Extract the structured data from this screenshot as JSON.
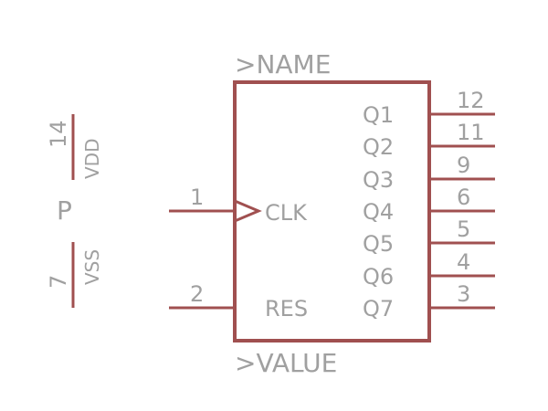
{
  "colors": {
    "line": "#a05050",
    "text": "#a0a0a0",
    "background": "#ffffff"
  },
  "symbol": {
    "name_label": ">NAME",
    "value_label": ">VALUE",
    "outputs": [
      {
        "name": "Q1",
        "pin": "12"
      },
      {
        "name": "Q2",
        "pin": "11"
      },
      {
        "name": "Q3",
        "pin": "9"
      },
      {
        "name": "Q4",
        "pin": "6"
      },
      {
        "name": "Q5",
        "pin": "5"
      },
      {
        "name": "Q6",
        "pin": "4"
      },
      {
        "name": "Q7",
        "pin": "3"
      }
    ],
    "clk": {
      "name": "CLK",
      "pin": "1"
    },
    "res": {
      "name": "RES",
      "pin": "2"
    }
  },
  "power": {
    "label": "P",
    "vdd": {
      "name": "VDD",
      "pin": "14"
    },
    "vss": {
      "name": "VSS",
      "pin": "7"
    }
  }
}
